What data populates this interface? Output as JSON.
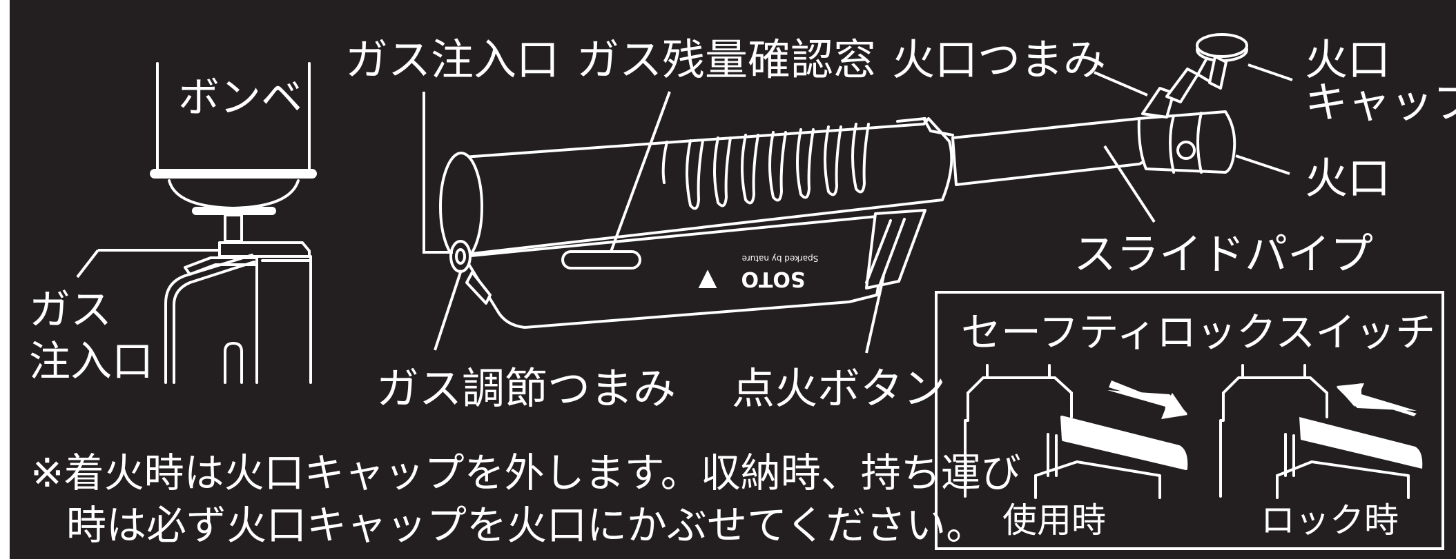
{
  "labels": {
    "canister": "ボンベ",
    "gas_inlet_top": "ガス注入口",
    "gas_window": "ガス残量確認窓",
    "burner_knob": "火口つまみ",
    "burner_cap_line1": "火口",
    "burner_cap_line2": "キャップ",
    "burner": "火口",
    "slide_pipe": "スライドパイプ",
    "gas_inlet_left_line1": "ガス",
    "gas_inlet_left_line2": "注入口",
    "gas_adjust_knob": "ガス調節つまみ",
    "ignition_button": "点火ボタン"
  },
  "brand": {
    "logo_text": "SOTO",
    "tagline": "Sparked by nature"
  },
  "safety_lock": {
    "title": "セーフティロックスイッチ",
    "in_use": "使用時",
    "locked": "ロック時"
  },
  "note": {
    "line1": "※着火時は火口キャップを外します。収納時、持ち運び",
    "line2": "時は必ず火口キャップを火口にかぶせてください。"
  },
  "colors": {
    "background": "#231f20",
    "foreground": "#ffffff"
  }
}
